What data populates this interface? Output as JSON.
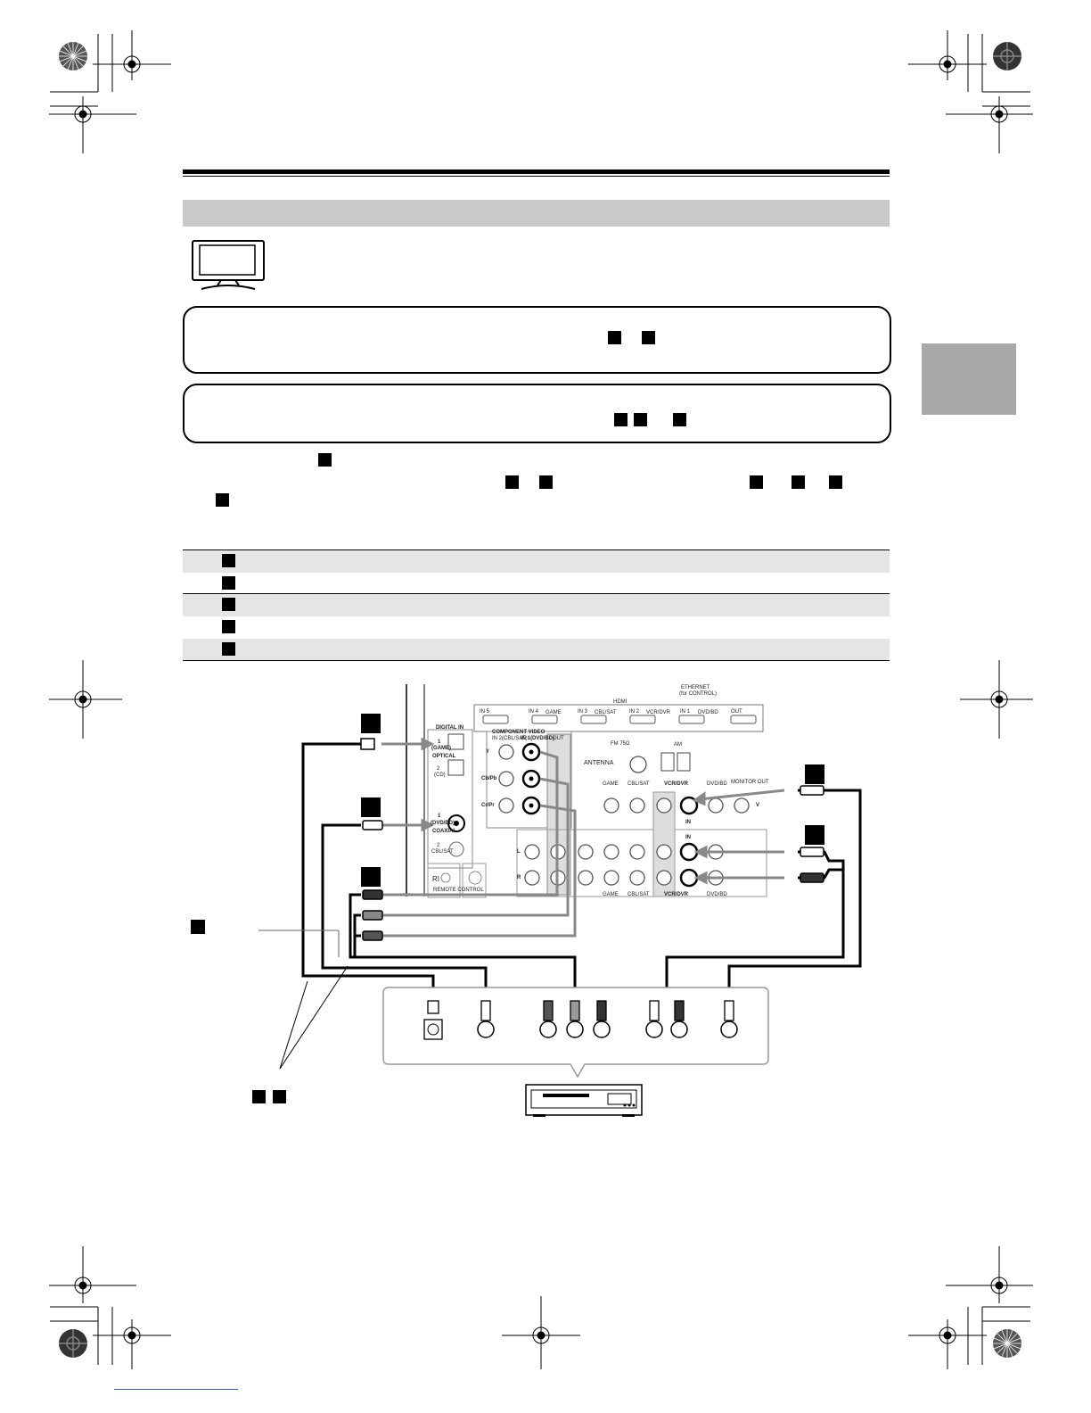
{
  "connector_panel": {
    "hdmi": "HDMI",
    "ethernet": "ETHERNET",
    "ethernet_sub": "(for CONTROL)",
    "hdmi_inputs": [
      "IN 5",
      "IN 4",
      "GAME",
      "IN 3",
      "CBL/SAT",
      "IN 2",
      "VCR/DVR",
      "IN 1",
      "DVD/BD",
      "OUT"
    ],
    "digital_in": "DIGITAL IN",
    "optical": "OPTICAL",
    "optical_1": "1",
    "optical_1_sub": "(GAME)",
    "optical_2": "2",
    "optical_2_sub": "(CD)",
    "coaxial": "COAXIAL",
    "coaxial_1": "1",
    "coaxial_1_sub": "(DVD/BD)",
    "coaxial_2": "2",
    "coaxial_2_sub": "CBL/SAT",
    "component_video": "COMPONENT VIDEO",
    "component_in1": "IN 1(DVD/BD)",
    "component_in2": "IN 2(CBL/SAT)",
    "component_out": "OUT",
    "y": "Y",
    "cb": "Cb/Pb",
    "cr": "Cr/Pr",
    "fm": "FM 75Ω",
    "am": "AM",
    "antenna": "ANTENNA",
    "game": "GAME",
    "cbl_sat": "CBL/SAT",
    "vcr_dvr": "VCR/DVR",
    "dvd_bd": "DVD/BD",
    "monitor_out": "MONITOR OUT",
    "in": "IN",
    "out": "OUT",
    "l": "L",
    "r": "R",
    "remote_control": "REMOTE CONTROL",
    "ri": "RI",
    "v": "V"
  }
}
